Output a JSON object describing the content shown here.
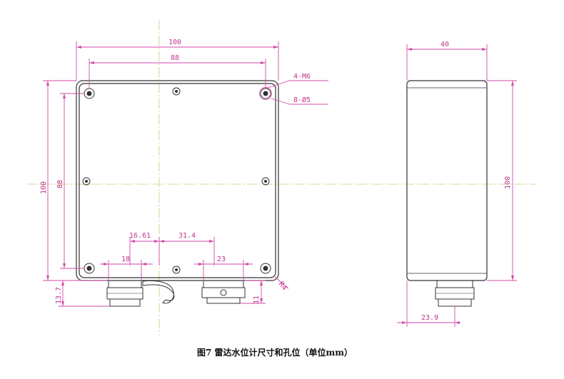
{
  "caption": "图7 雷达水位计尺寸和孔位（单位mm）",
  "front_view": {
    "width_outer": "100",
    "width_holes": "88",
    "height_outer": "100",
    "height_holes": "88",
    "hole_label_thread": "4-M6",
    "hole_label_dia": "8-Ø5",
    "offset_left": "16.61",
    "offset_right": "31.4",
    "connector_left_width": "18",
    "connector_right_width": "23",
    "connector_height": "13.7",
    "connector_right_height": "11",
    "corner_radius": "R4"
  },
  "side_view": {
    "depth": "40",
    "height": "100",
    "connector_offset": "23.9"
  }
}
